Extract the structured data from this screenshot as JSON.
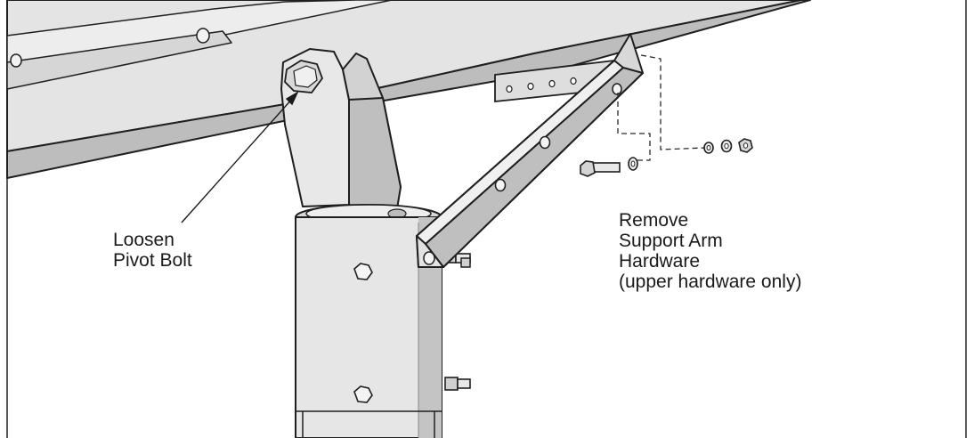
{
  "callouts": {
    "pivot": {
      "lines": [
        "Loosen",
        "Pivot Bolt"
      ]
    },
    "support_arm": {
      "lines": [
        "Remove",
        "Support Arm",
        "Hardware",
        "(upper hardware only)"
      ]
    }
  },
  "colors": {
    "line": "#1f1f1f",
    "metal_light": "#e6e6e6",
    "metal_mid": "#cfcfcf",
    "metal_dark": "#a9a9a9",
    "background": "#ffffff"
  }
}
